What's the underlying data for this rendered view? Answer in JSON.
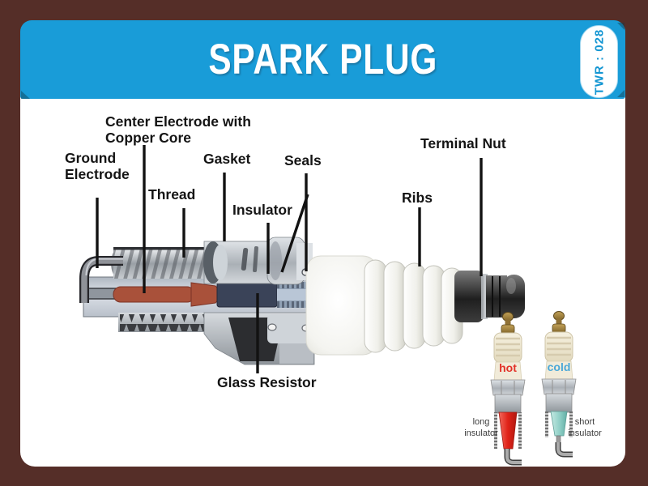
{
  "header": {
    "title": "SPARK PLUG",
    "code": "TWR : 028"
  },
  "colors": {
    "frame_brown": "#552e28",
    "band_cyan": "#199cd8",
    "card_white": "#ffffff",
    "label_black": "#141414",
    "hot_red": "#e23128",
    "cold_blue": "#4aa8d8",
    "copper_core": "#a9513a",
    "glass_resistor_navy": "#3a4358",
    "insulator_tip_red": "#e02f26",
    "insulator_tip_teal": "#8fcfc6"
  },
  "part_labels": {
    "center_electrode": "Center Electrode with\nCopper Core",
    "ground_electrode": "Ground\nElectrode",
    "thread": "Thread",
    "gasket": "Gasket",
    "insulator": "Insulator",
    "seals": "Seals",
    "terminal_nut": "Terminal Nut",
    "ribs": "Ribs",
    "glass_resistor": "Glass Resistor"
  },
  "mini_diagram": {
    "hot_label": "hot",
    "cold_label": "cold",
    "long_caption": "long\ninsulator",
    "short_caption": "short\ninsulator"
  }
}
